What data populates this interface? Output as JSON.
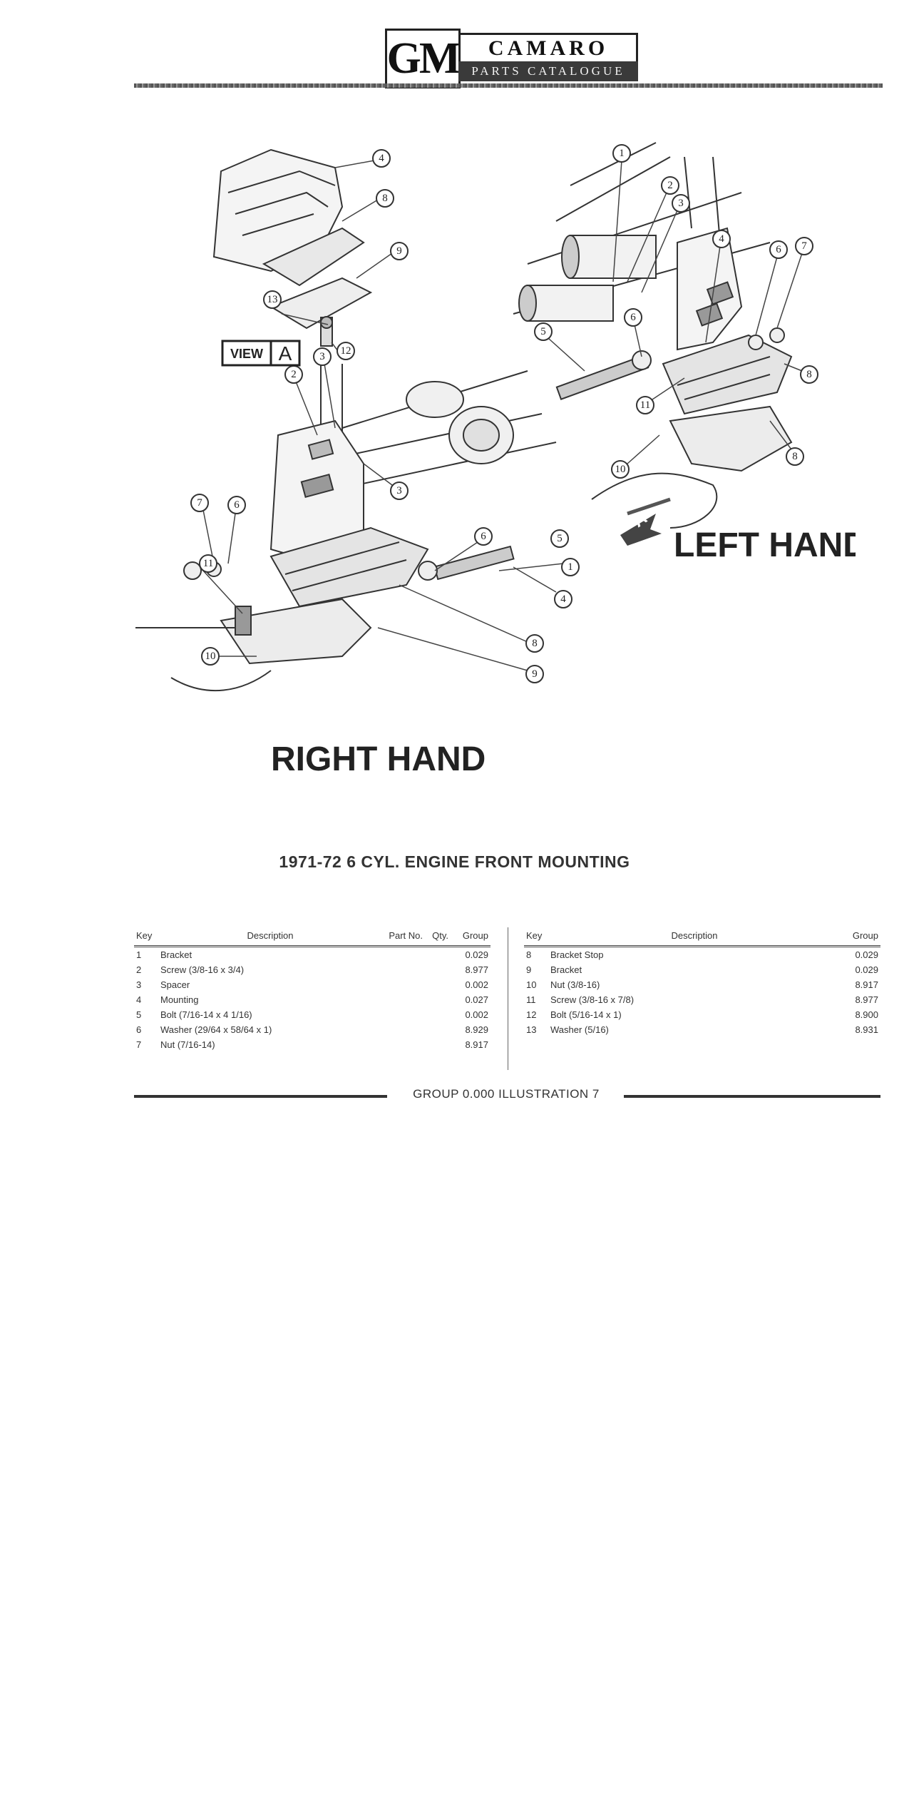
{
  "header": {
    "logo_text": "GM",
    "title": "CAMARO",
    "subtitle": "PARTS CATALOGUE"
  },
  "illustration": {
    "view_label_prefix": "VIEW",
    "view_label_letter": "A",
    "left_hand_label": "LEFT HAND",
    "right_hand_label": "RIGHT HAND",
    "arrow_letter": "A",
    "callouts": [
      "1",
      "2",
      "3",
      "4",
      "5",
      "6",
      "7",
      "8",
      "9",
      "10",
      "11",
      "12",
      "13"
    ]
  },
  "section_title": "1971-72 6 CYL. ENGINE FRONT MOUNTING",
  "parts_left": {
    "headers": {
      "key": "Key",
      "description": "Description",
      "part_no": "Part No.",
      "qty": "Qty.",
      "group": "Group"
    },
    "rows": [
      {
        "key": "1",
        "description": "Bracket",
        "part_no": "",
        "qty": "",
        "group": "0.029"
      },
      {
        "key": "2",
        "description": "Screw (3/8-16 x 3/4)",
        "part_no": "",
        "qty": "",
        "group": "8.977"
      },
      {
        "key": "3",
        "description": "Spacer",
        "part_no": "",
        "qty": "",
        "group": "0.002"
      },
      {
        "key": "4",
        "description": "Mounting",
        "part_no": "",
        "qty": "",
        "group": "0.027"
      },
      {
        "key": "5",
        "description": "Bolt (7/16-14 x 4 1/16)",
        "part_no": "",
        "qty": "",
        "group": "0.002"
      },
      {
        "key": "6",
        "description": "Washer (29/64 x 58/64 x 1)",
        "part_no": "",
        "qty": "",
        "group": "8.929"
      },
      {
        "key": "7",
        "description": "Nut (7/16-14)",
        "part_no": "",
        "qty": "",
        "group": "8.917"
      }
    ]
  },
  "parts_right": {
    "headers": {
      "key": "Key",
      "description": "Description",
      "group": "Group"
    },
    "rows": [
      {
        "key": "8",
        "description": "Bracket Stop",
        "group": "0.029"
      },
      {
        "key": "9",
        "description": "Bracket",
        "group": "0.029"
      },
      {
        "key": "10",
        "description": "Nut (3/8-16)",
        "group": "8.917"
      },
      {
        "key": "11",
        "description": "Screw (3/8-16 x 7/8)",
        "group": "8.977"
      },
      {
        "key": "12",
        "description": "Bolt (5/16-14 x 1)",
        "group": "8.900"
      },
      {
        "key": "13",
        "description": "Washer (5/16)",
        "group": "8.931"
      }
    ]
  },
  "footer": {
    "caption": "GROUP 0.000 ILLUSTRATION 7"
  }
}
